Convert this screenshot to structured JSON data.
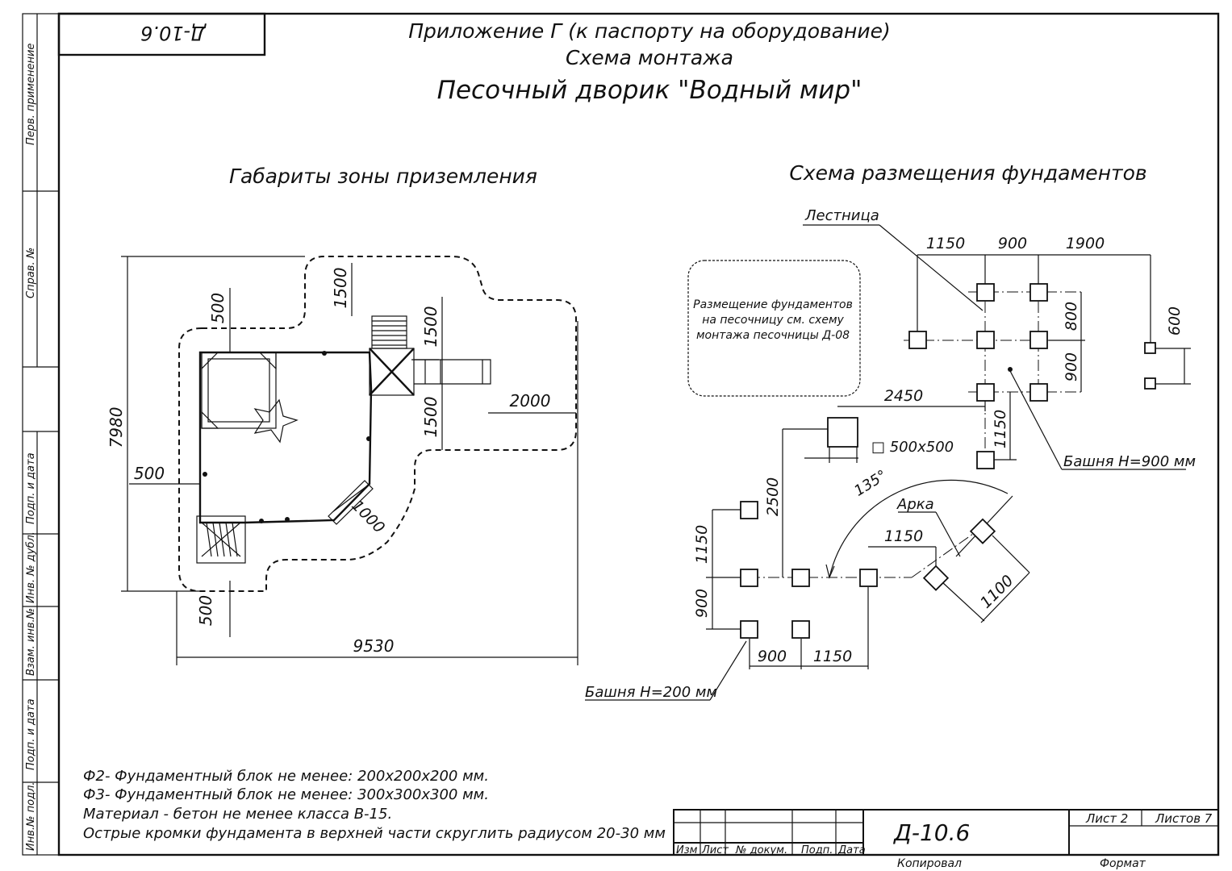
{
  "sheet": {
    "code_rotated": "Д-10.6",
    "side_labels": [
      "Перв. применение",
      "Справ. №",
      "Подп. и дата",
      "Инв. № дубл.",
      "Взам. инв.№",
      "Подп. и дата",
      "Инв.№ подл."
    ]
  },
  "header": {
    "line1": "Приложение Г (к паспорту на оборудование)",
    "line2": "Схема монтажа",
    "title": "Песочный дворик \"Водный мир\""
  },
  "left_view": {
    "title": "Габариты зоны приземления",
    "dims": {
      "height": "7980",
      "width": "9530",
      "left_margin": "500",
      "top_margin": "500",
      "bottom_margin": "500",
      "top_bump": "1500",
      "right_upper": "1500",
      "right_lower": "1500",
      "slide": "2000",
      "ramp": "1000"
    }
  },
  "right_view": {
    "title": "Схема размещения фундаментов",
    "note": [
      "Размещение фундаментов",
      "на песочницу см. схему",
      "монтажа песочницы Д-08"
    ],
    "labels": {
      "ladder": "Лестница",
      "tower900": "Башня Н=900 мм",
      "tower200": "Башня Н=200 мм",
      "arch": "Арка",
      "block": "500х500",
      "angle": "135°"
    },
    "dims": {
      "top_a": "1150",
      "top_b": "900",
      "top_c": "1900",
      "right_a": "800",
      "right_b": "900",
      "far_right": "600",
      "mid_2450": "2450",
      "mid_1150": "1150",
      "vert_2500": "2500",
      "left_1150": "1150",
      "left_900": "900",
      "bot_900": "900",
      "bot_1150": "1150",
      "arch_1150": "1150",
      "arch_1100": "1100"
    }
  },
  "notes": [
    "Ф2- Фундаментный блок не менее: 200х200х200 мм.",
    "Ф3- Фундаментный блок не менее: 300х300х300 мм.",
    "Материал - бетон не менее класса В-15.",
    "Острые кромки фундамента в верхней части скруглить радиусом 20-30 мм"
  ],
  "title_block": {
    "doc_code": "Д-10.6",
    "sheet_label": "Лист 2",
    "sheets_label": "Листов 7",
    "col_headers": [
      "Изм",
      "Лист",
      "№ докум.",
      "Подп.",
      "Дата"
    ],
    "copied": "Копировал",
    "format": "Формат"
  }
}
